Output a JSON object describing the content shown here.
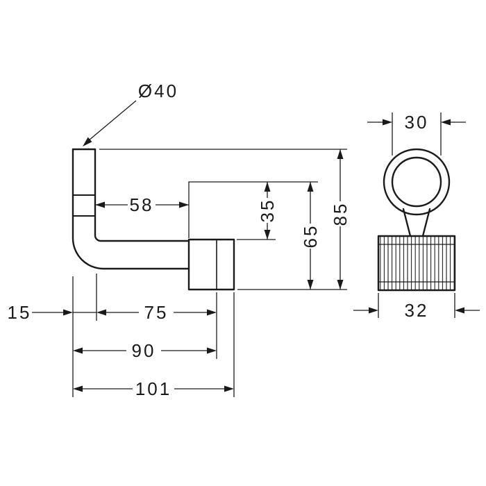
{
  "drawing": {
    "background": "#ffffff",
    "line_color": "#1a1a1a",
    "views": {
      "side": {
        "diameter_label": "Ø40",
        "dim_58": "58",
        "dim_35": "35",
        "dim_65": "65",
        "dim_85": "85",
        "dim_15": "15",
        "dim_75": "75",
        "dim_90": "90",
        "dim_101": "101"
      },
      "front": {
        "dim_30": "30",
        "dim_32": "32"
      }
    }
  }
}
